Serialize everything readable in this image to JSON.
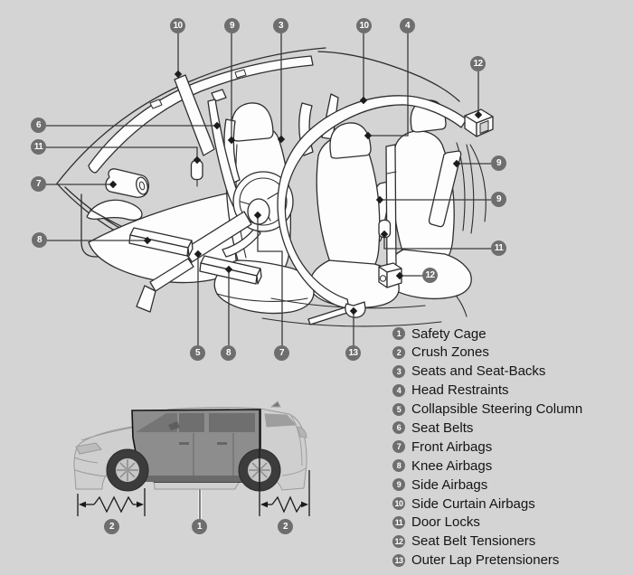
{
  "colors": {
    "background": "#d4d4d4",
    "badge_fill": "#6e6e6e",
    "badge_text": "#ffffff",
    "line_art_stroke": "#2e2e2e",
    "leader_line": "#3a3a3a",
    "legend_text": "#141414",
    "safety_cage_section": "#8d8d8d"
  },
  "legend": {
    "items": [
      {
        "num": "1",
        "label": "Safety Cage"
      },
      {
        "num": "2",
        "label": "Crush Zones"
      },
      {
        "num": "3",
        "label": "Seats and Seat-Backs"
      },
      {
        "num": "4",
        "label": "Head Restraints"
      },
      {
        "num": "5",
        "label": "Collapsible Steering Column"
      },
      {
        "num": "6",
        "label": "Seat Belts"
      },
      {
        "num": "7",
        "label": "Front Airbags"
      },
      {
        "num": "8",
        "label": "Knee Airbags"
      },
      {
        "num": "9",
        "label": "Side Airbags"
      },
      {
        "num": "10",
        "label": "Side Curtain Airbags"
      },
      {
        "num": "11",
        "label": "Door Locks"
      },
      {
        "num": "12",
        "label": "Seat Belt Tensioners"
      },
      {
        "num": "13",
        "label": "Outer Lap Pretensioners"
      }
    ]
  },
  "diagram": {
    "callouts": [
      {
        "num": "10",
        "target": "side-curtain-airbag-front"
      },
      {
        "num": "9",
        "target": "side-airbag-front-seat"
      },
      {
        "num": "3",
        "target": "seat-and-seat-back"
      },
      {
        "num": "10",
        "target": "side-curtain-airbag-rear"
      },
      {
        "num": "4",
        "target": "head-restraint"
      },
      {
        "num": "12",
        "target": "seat-belt-tensioner-upper"
      },
      {
        "num": "6",
        "target": "seat-belt-front"
      },
      {
        "num": "11",
        "target": "door-lock-front"
      },
      {
        "num": "7",
        "target": "front-airbag-passenger"
      },
      {
        "num": "8",
        "target": "knee-airbag-driver"
      },
      {
        "num": "5",
        "target": "collapsible-steering-column"
      },
      {
        "num": "8",
        "target": "knee-airbag-passenger"
      },
      {
        "num": "7",
        "target": "front-airbag-driver"
      },
      {
        "num": "13",
        "target": "outer-lap-pretensioner"
      },
      {
        "num": "9",
        "target": "side-airbag-rear-outer"
      },
      {
        "num": "9",
        "target": "side-airbag-rear-inner"
      },
      {
        "num": "11",
        "target": "door-lock-rear"
      },
      {
        "num": "12",
        "target": "seat-belt-tensioner-rear"
      }
    ]
  },
  "car_figure": {
    "callouts": [
      {
        "num": "2",
        "target": "crush-zone-front"
      },
      {
        "num": "1",
        "target": "safety-cage"
      },
      {
        "num": "2",
        "target": "crush-zone-rear"
      }
    ]
  }
}
